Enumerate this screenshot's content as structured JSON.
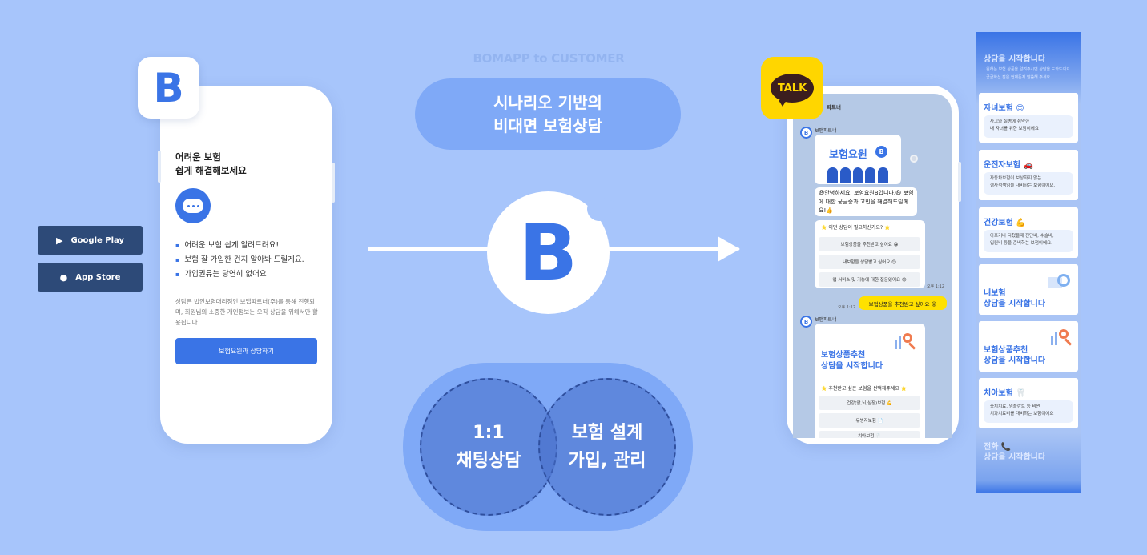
{
  "stores": {
    "google": "Google Play",
    "apple": "App Store"
  },
  "left_app": {
    "logo_letter": "B",
    "title": "어려운 보험\n쉽게 해결해보세요",
    "bullets": [
      "어려운 보험 쉽게 알려드려요!",
      "보험 잘 가입한 건지 알아봐 드릴게요.",
      "가입권유는 당연히 없어요!"
    ],
    "note": "상담은 법인보험대리점인 보맵파트너(주)를 통해 진행되며, 회원님의 소중한 개인정보는 오직 상담을 위해서만 활용됩니다.",
    "cta": "보험요원과 상담하기"
  },
  "center": {
    "top_label": "BOMAPP  to CUSTOMER",
    "pill_line1": "시나리오 기반의",
    "pill_line2": "비대면 보험상담",
    "logo_letter": "B",
    "venn_left_line1": "1:1",
    "venn_left_line2": "채팅상담",
    "venn_right_line1": "보험 설계",
    "venn_right_line2": "가입, 관리"
  },
  "kakao": {
    "talk_label": "TALK",
    "header": "파트너",
    "sender": "보맵파트너",
    "agent_title": "보험요원",
    "greeting": "😃안녕하세요. 보험요원B입니다.😃 보험에 대한 궁금증과 고민을 해결해드릴께요!👍",
    "question": "⭐ 어떤 상담이 필요하신가요? ⭐",
    "options": [
      "보험상품을 추천받고 싶어요 😀",
      "내보험을 상담받고 싶어요 😊",
      "앱 서비스 및 기능에 대한 질문있어요 😊"
    ],
    "time1": "오후 1:12",
    "reply": "보험상품을 추천받고 싶어요 😜",
    "time2": "오후 1:12",
    "sender2": "보맵파트너",
    "rec_title_line1": "보험상품추천",
    "rec_title_line2": "상담을 시작합니다",
    "rec_question": "⭐ 추천받고 싶은 보험을 선택해주세요 ⭐",
    "rec_options": [
      "건강(암,뇌,심장)보험 💪",
      "유병자보험 📄",
      "치아보험 🦷"
    ]
  },
  "strip": {
    "top_title": "상담을 시작합니다",
    "top_sub1": "· 원하는 보험 상품을 알려주시면 상담을 도와드려요.",
    "top_sub2": "· 궁금하신 점은 언제든지 말씀해 주세요.",
    "cards": [
      {
        "title": "자녀보험 😊",
        "desc1": "사고와 질병에 취약한",
        "desc2": "내 자녀를 위한 보험이에요"
      },
      {
        "title": "운전자보험 🚗",
        "desc1": "자동차보험이 보상하지 않는",
        "desc2": "형사적책임을 대비하는 보험이에요."
      },
      {
        "title": "건강보험 💪",
        "desc1": "아프거나 다쳤을때 진단비, 수술비,",
        "desc2": "입원비 등을 준비하는 보험이에요."
      },
      {
        "title1": "내보험",
        "title2": "상담을 시작합니다"
      },
      {
        "title1": "보험상품추천",
        "title2": "상담을 시작합니다"
      },
      {
        "title": "치아보험 🦷",
        "desc1": "충치치료, 임플란트 등 비싼",
        "desc2": "치과치료비를 대비하는 보험이에요"
      }
    ],
    "bottom_line1": "전화 📞",
    "bottom_line2": "상담을 시작합니다"
  }
}
